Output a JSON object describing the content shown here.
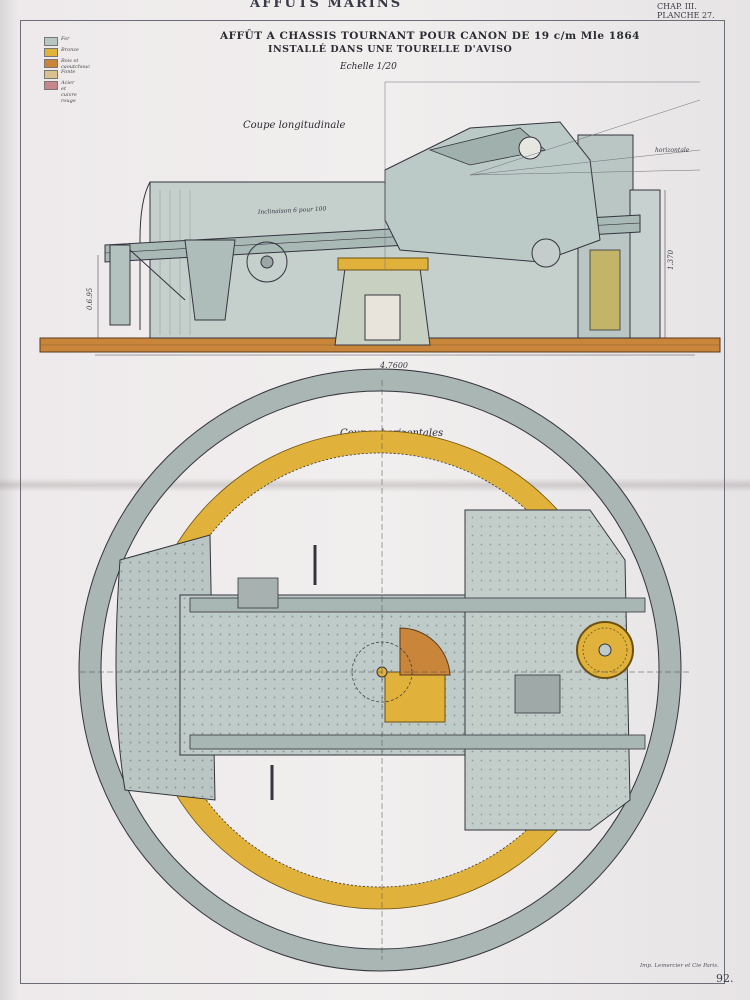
{
  "header": {
    "running_title": "AFFUTS MARINS",
    "chapter": "CHAP. III.",
    "plate": "PLANCHE 27."
  },
  "title": {
    "line1": "AFFÛT A CHASSIS TOURNANT POUR CANON DE 19 c/m Mle 1864",
    "line2": "INSTALLÉ DANS UNE TOURELLE D'AVISO",
    "scale_label": "Echelle 1/20"
  },
  "legend": [
    {
      "label": "Fer",
      "color": "#b7c7c4"
    },
    {
      "label": "Bronze",
      "color": "#e0b23c"
    },
    {
      "label": "Bois et caoutchouc",
      "color": "#c9863a"
    },
    {
      "label": "Fonte",
      "color": "#d9c290"
    },
    {
      "label": "Acier et cuivre rouge",
      "color": "#c8868a"
    }
  ],
  "sections": {
    "longitudinal": "Coupe longitudinale",
    "horizontal": "Coupes horizontales"
  },
  "dimensions": {
    "overall_length": "4.7600",
    "left_height": "0.6.95",
    "right_height": "1.370",
    "inclination": "Inclinaison 6 pour 100",
    "horizontal": "horizontale"
  },
  "footer": {
    "imprint": "Imp. Lemercier et Cie Paris.",
    "page_number": "92."
  },
  "colors": {
    "iron": "#b7c7c4",
    "bronze": "#e0b23c",
    "wood": "#c9863a",
    "line": "#34343e",
    "paper": "#efecec"
  }
}
